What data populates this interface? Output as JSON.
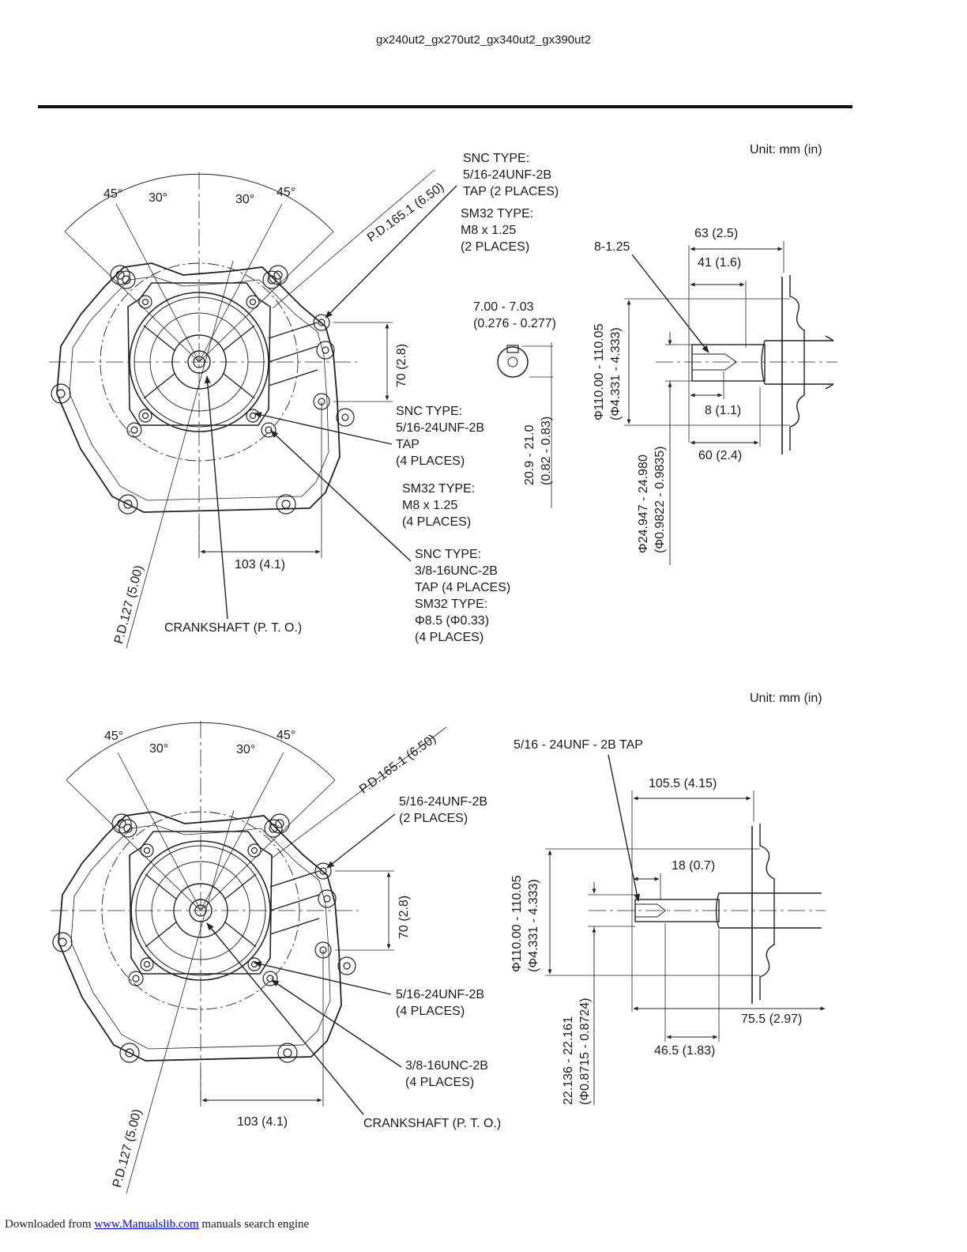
{
  "header": {
    "title": "gx240ut2_gx270ut2_gx340ut2_gx390ut2"
  },
  "top_drawing": {
    "unit": "Unit: mm (in)",
    "angles": [
      "45°",
      "30°",
      "30°",
      "45°"
    ],
    "pd_large": "P.D.165.1 (6.50)",
    "pd_small": "P.D.127 (5.00)",
    "callout_tap_2": "SNC TYPE:\n5/16-24UNF-2B\nTAP (2 PLACES)",
    "callout_sm32_2": "SM32 TYPE:\nM8 x 1.25\n(2 PLACES)",
    "dim_70": "70 (2.8)",
    "callout_tap_4": "SNC TYPE:\n5/16-24UNF-2B\nTAP\n(4 PLACES)",
    "callout_sm32_4": "SM32 TYPE:\nM8 x 1.25\n(4 PLACES)",
    "callout_unc": "SNC TYPE:\n3/8-16UNC-2B\nTAP (4 PLACES)\nSM32 TYPE:\nΦ8.5 (Φ0.33)\n(4 PLACES)",
    "dim_103": "103 (4.1)",
    "crankshaft": "CRANKSHAFT (P. T. O.)",
    "key_width": "7.00 - 7.03\n(0.276 - 0.277)",
    "key_depth": "20.9 - 21.0\n(0.82 - 0.83)",
    "shaft_callout": "8-1.25",
    "dim_63": "63 (2.5)",
    "dim_41": "41 (1.6)",
    "dim_8": "8 (1.1)",
    "dim_60": "60 (2.4)",
    "dia_110": "Φ110.00 - 110.05\n(Φ4.331 - 4.333)",
    "dia_25": "Φ24.947 - 24.980\n(Φ0.9822 - 0.9835)"
  },
  "bottom_drawing": {
    "unit": "Unit: mm (in)",
    "angles": [
      "45°",
      "30°",
      "30°",
      "45°"
    ],
    "pd_large": "P.D.165.1 (6.50)",
    "pd_small": "P.D.127 (5.00)",
    "callout_tap_2": "5/16-24UNF-2B\n(2 PLACES)",
    "dim_70": "70 (2.8)",
    "callout_tap_4": "5/16-24UNF-2B\n(4 PLACES)",
    "callout_unc": "3/8-16UNC-2B\n(4 PLACES)",
    "dim_103": "103 (4.1)",
    "crankshaft": "CRANKSHAFT (P. T. O.)",
    "shaft_tap": "5/16 - 24UNF - 2B TAP",
    "dim_105": "105.5 (4.15)",
    "dim_18": "18 (0.7)",
    "dim_75": "75.5 (2.97)",
    "dim_46": "46.5 (1.83)",
    "dia_110": "Φ110.00 - 110.05\n(Φ4.331 - 4.333)",
    "dia_22": "22.136 - 22.161\n(Φ0.8715 - 0.8724)"
  },
  "footer": {
    "prefix": "Downloaded from",
    "link": "www.Manualslib.com",
    "suffix": "manuals search engine"
  }
}
